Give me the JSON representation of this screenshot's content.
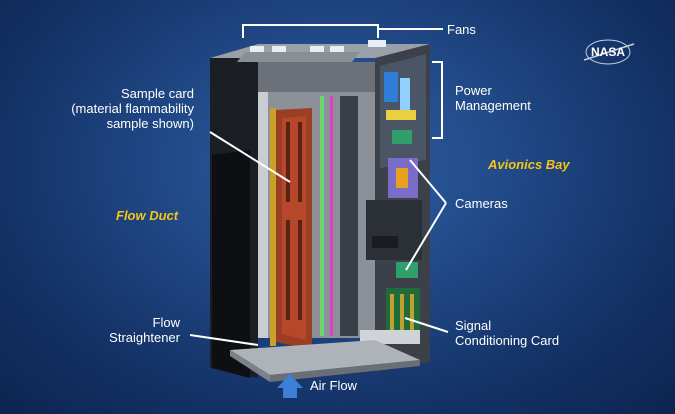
{
  "logo": {
    "text": "NASA"
  },
  "labels": {
    "fans": "Fans",
    "power_management": [
      "Power",
      "Management"
    ],
    "avionics_bay": "Avionics Bay",
    "sample_card": [
      "Sample card",
      "(material flammability",
      "sample shown)"
    ],
    "flow_duct": "Flow Duct",
    "cameras": "Cameras",
    "flow_straightener": [
      "Flow",
      "Straightener"
    ],
    "signal_conditioning_card": [
      "Signal",
      "Conditioning Card"
    ],
    "air_flow": "Air Flow"
  },
  "colors": {
    "background": "#1f4a8a",
    "callout_text": "#ffffff",
    "section_text": "#f5c518",
    "arrow": "#3d7fd6",
    "rack_body": "#2a2f38",
    "sample_frame": "#b7472a"
  }
}
